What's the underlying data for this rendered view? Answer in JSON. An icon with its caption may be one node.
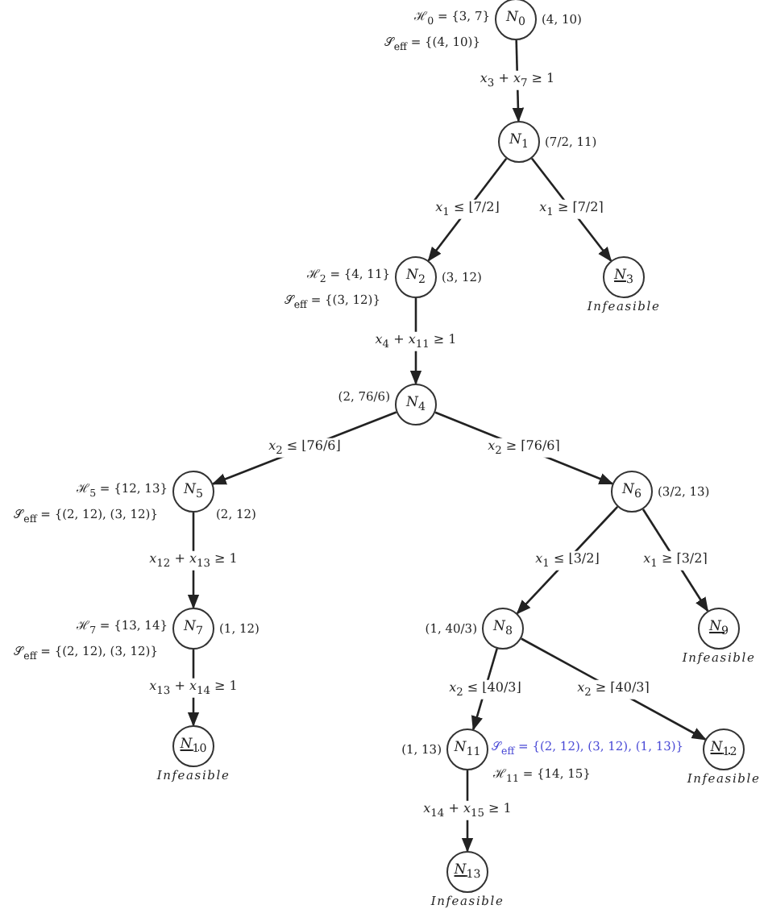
{
  "diagram": {
    "nodes": [
      {
        "text": [
          "*N*$_{0}$"
        ],
        "beside": [
          "ℋ$_{0}$ = {3, 7}",
          "(4, 10)",
          "𝒮$_{eff}$ = {(4, 10)}"
        ]
      },
      {
        "text": [
          "*N*$_{1}$"
        ],
        "beside": [
          "(7/2, 11)"
        ]
      },
      {
        "text": [
          "*N*$_{2}$"
        ],
        "beside": [
          "ℋ$_{2}$ = {4, 11}",
          "(3, 12)",
          "𝒮$_{eff}$ = {(3, 12)}"
        ]
      },
      {
        "text": [
          "*N*$_{3}$"
        ],
        "beside": [
          "Infeasible"
        ]
      },
      {
        "text": [
          "*N*$_{4}$"
        ],
        "beside": [
          "(2, 76/6)"
        ]
      },
      {
        "text": [
          "*N*$_{5}$"
        ],
        "beside": [
          "ℋ$_{5}$ = {12, 13}",
          "(2, 12)",
          "𝒮$_{eff}$ = {(2, 12), (3, 12)}"
        ]
      },
      {
        "text": [
          "*N*$_{6}$"
        ],
        "beside": [
          "(3/2, 13)"
        ]
      },
      {
        "text": [
          "*N*$_{7}$"
        ],
        "beside": [
          "ℋ$_{7}$ = {13, 14}",
          "(1, 12)",
          "𝒮$_{eff}$ = {(2, 12), (3, 12)}"
        ]
      },
      {
        "text": [
          "*N*$_{8}$"
        ],
        "beside": [
          "(1, 40/3)"
        ]
      },
      {
        "text": [
          "*N*$_{9}$"
        ],
        "beside": [
          "Infeasible"
        ]
      },
      {
        "text": [
          "*N*$_{10}$"
        ],
        "beside": [
          "Infeasible"
        ]
      },
      {
        "text": [
          "*N*$_{11}$"
        ],
        "beside": [
          "(1, 13)",
          "𝒮$_{eff}$ = {(2, 12), (3, 12), (1, 13)}",
          "ℋ$_{11}$ = {14, 15}"
        ]
      },
      {
        "text": [
          "*N*$_{12}$"
        ],
        "beside": [
          "Infeasible"
        ]
      },
      {
        "text": [
          "*N*$_{13}$"
        ],
        "beside": [
          "Infeasible"
        ]
      }
    ],
    "edges": [
      {
        "from": 0,
        "to": 1,
        "arrow": "to",
        "label": "*x*$_{3}$ + *x*$_{7}$ ≥ 1"
      },
      {
        "from": 1,
        "to": 2,
        "arrow": "to",
        "label": "*x*$_{1}$ ≤ ⌊7/2⌋"
      },
      {
        "from": 1,
        "to": 3,
        "arrow": "to",
        "label": "*x*$_{1}$ ≥ ⌈7/2⌉"
      },
      {
        "from": 2,
        "to": 4,
        "arrow": "to",
        "label": "*x*$_{4}$ + *x*$_{11}$ ≥ 1"
      },
      {
        "from": 4,
        "to": 5,
        "arrow": "to",
        "label": "*x*$_{2}$ ≤ ⌊76/6⌋"
      },
      {
        "from": 4,
        "to": 6,
        "arrow": "to",
        "label": "*x*$_{2}$ ≥ ⌈76/6⌉"
      },
      {
        "from": 5,
        "to": 7,
        "arrow": "to",
        "label": "*x*$_{12}$ + *x*$_{13}$ ≥ 1"
      },
      {
        "from": 6,
        "to": 8,
        "arrow": "to",
        "label": "*x*$_{1}$ ≤ ⌊3/2⌋"
      },
      {
        "from": 6,
        "to": 9,
        "arrow": "to",
        "label": "*x*$_{1}$ ≥ ⌈3/2⌉"
      },
      {
        "from": 7,
        "to": 10,
        "arrow": "to",
        "label": "*x*$_{13}$ + *x*$_{14}$ ≥ 1"
      },
      {
        "from": 8,
        "to": 11,
        "arrow": "to",
        "label": "*x*$_{2}$ ≤ ⌊40/3⌋"
      },
      {
        "from": 8,
        "to": 12,
        "arrow": "to",
        "label": "*x*$_{2}$ ≥ ⌈40/3⌉"
      },
      {
        "from": 11,
        "to": 13,
        "arrow": "to",
        "label": "*x*$_{14}$ + *x*$_{15}$ ≥ 1"
      }
    ]
  }
}
